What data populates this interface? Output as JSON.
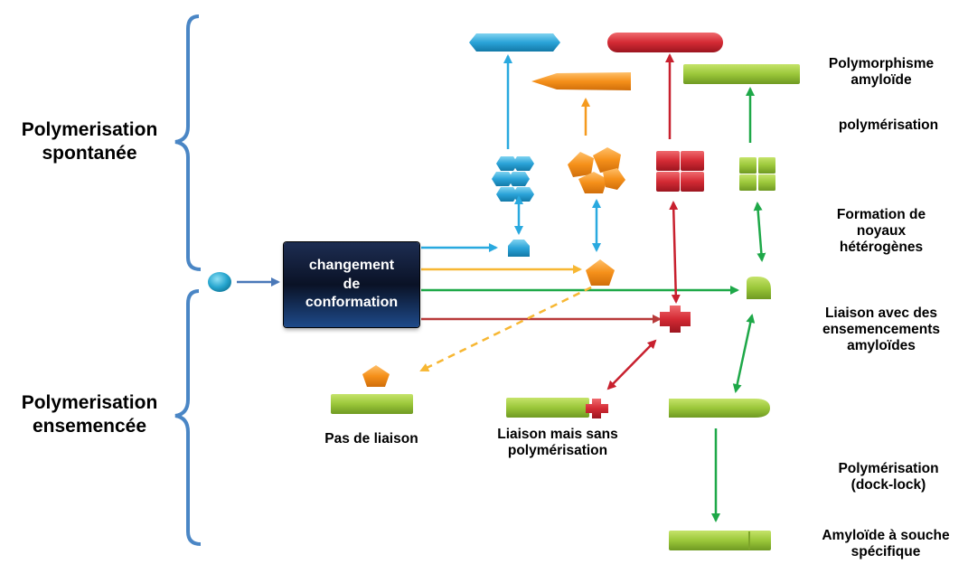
{
  "left_labels": {
    "spontaneous": {
      "line1": "Polymerisation",
      "line2": "spontanée"
    },
    "seeded": {
      "line1": "Polymerisation",
      "line2": "ensemencée"
    }
  },
  "center_box": {
    "line1": "changement",
    "line2": "de",
    "line3": "conformation"
  },
  "right_labels": {
    "polymorphism": {
      "line1": "Polymorphisme",
      "line2": "amyloïde"
    },
    "polymerisation": "polymérisation",
    "nuclei": {
      "line1": "Formation de",
      "line2": "noyaux",
      "line3": "hétérogènes"
    },
    "seeds": {
      "line1": "Liaison avec des",
      "line2": "ensemencements",
      "line3": "amyloïdes"
    },
    "dock_lock": {
      "line1": "Polymérisation",
      "line2": "(dock-lock)"
    },
    "strain": {
      "line1": "Amyloïde à souche",
      "line2": "spécifique"
    }
  },
  "bottom_labels": {
    "no_binding": "Pas de liaison",
    "binding_no_poly": {
      "line1": "Liaison mais sans",
      "line2": "polymérisation"
    }
  },
  "colors": {
    "blue": "#29a9df",
    "orange": "#f59a1e",
    "orange_dashed": "#f7b733",
    "red": "#c8202e",
    "red_arrow": "#b83a3a",
    "green": "#1ea848",
    "lime": "#9bc73a",
    "bracket": "#4a86c5",
    "input_arrow": "#4a78b8",
    "monomer": "#27a6cf"
  }
}
